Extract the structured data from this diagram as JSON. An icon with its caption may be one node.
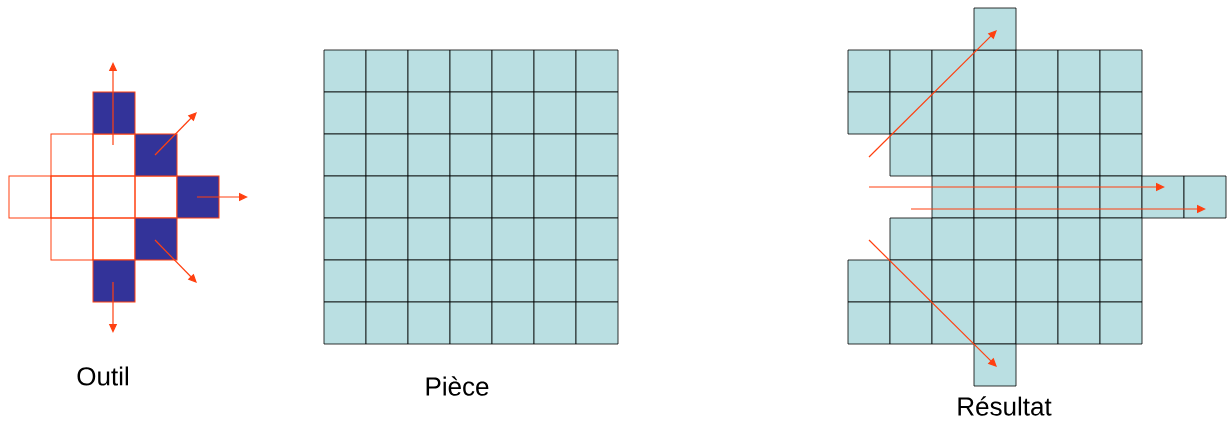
{
  "diagram": {
    "labels": [
      "Outil",
      "Pièce",
      "Résultat"
    ]
  }
}
